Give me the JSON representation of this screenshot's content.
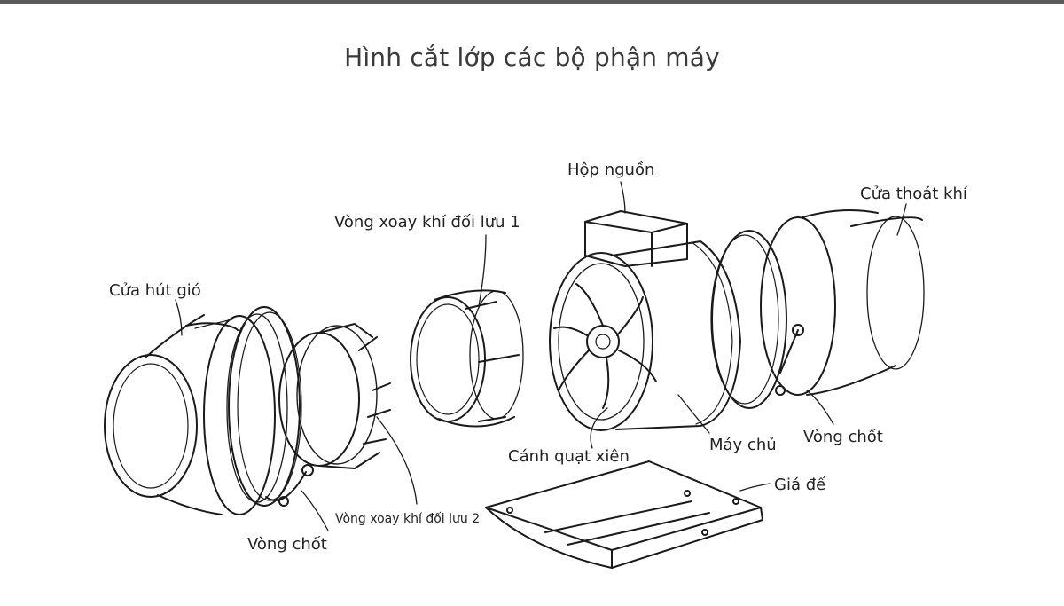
{
  "title": "Hình cắt lớp các bộ phận máy",
  "labels": {
    "hop_nguon": "Hộp nguồn",
    "cua_thoat_khi": "Cửa thoát khí",
    "vong_xoay_1": "Vòng xoay khí đối lưu 1",
    "cua_hut_gio": "Cửa hút gió",
    "vong_chot_right": "Vòng chốt",
    "may_chu": "Máy chủ",
    "canh_quat_xien": "Cánh quạt xiên",
    "gia_de": "Giá đế",
    "vong_xoay_2": "Vòng xoay khí đối lưu 2",
    "vong_chot_left": "Vòng chốt"
  }
}
